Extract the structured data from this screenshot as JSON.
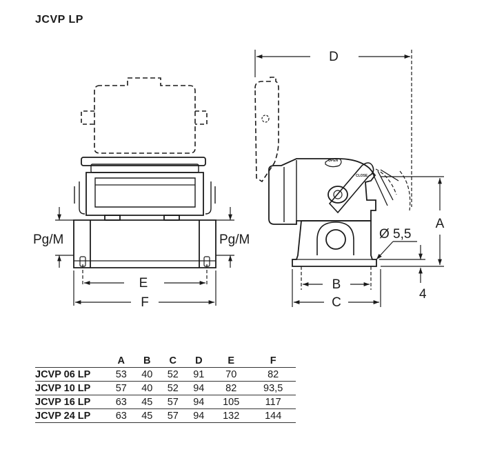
{
  "title": "JCVP LP",
  "drawing": {
    "labels": {
      "A": "A",
      "B": "B",
      "C": "C",
      "D": "D",
      "E": "E",
      "F": "F",
      "pgm_left": "Pg/M",
      "pgm_right": "Pg/M",
      "hole": "Ø 5,5",
      "four": "4",
      "open": "OPEN",
      "close": "CLOSE"
    }
  },
  "table": {
    "columns": [
      "",
      "A",
      "B",
      "C",
      "D",
      "E",
      "F"
    ],
    "rows": [
      {
        "model": "JCVP 06 LP",
        "A": "53",
        "B": "40",
        "C": "52",
        "D": "91",
        "E": "70",
        "F": "82"
      },
      {
        "model": "JCVP 10 LP",
        "A": "57",
        "B": "40",
        "C": "52",
        "D": "94",
        "E": "82",
        "F": "93,5"
      },
      {
        "model": "JCVP 16 LP",
        "A": "63",
        "B": "45",
        "C": "57",
        "D": "94",
        "E": "105",
        "F": "117"
      },
      {
        "model": "JCVP 24 LP",
        "A": "63",
        "B": "45",
        "C": "57",
        "D": "94",
        "E": "132",
        "F": "144"
      }
    ]
  }
}
